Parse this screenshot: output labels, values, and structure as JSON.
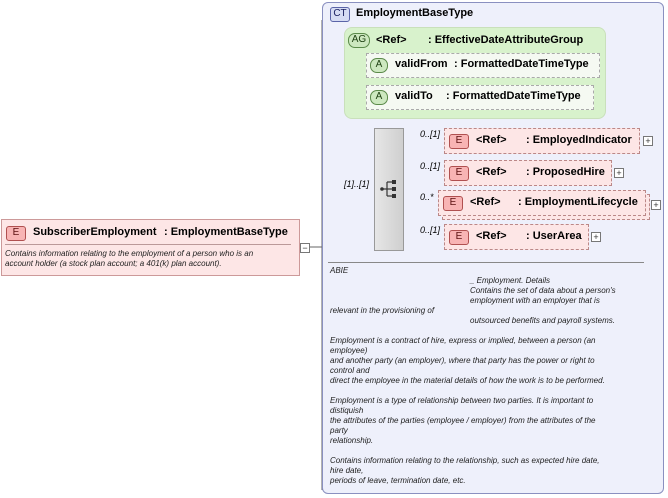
{
  "complex_type": {
    "tag": "CT",
    "name": "EmploymentBaseType"
  },
  "attribute_group": {
    "tag": "AG",
    "ref_label": "<Ref>",
    "name": ": EffectiveDateAttributeGroup",
    "attributes": [
      {
        "tag": "A",
        "name": "validFrom",
        "type": ": FormattedDateTimeType"
      },
      {
        "tag": "A",
        "name": "validTo",
        "type": ": FormattedDateTimeType"
      }
    ]
  },
  "sequence": {
    "occurrence": "[1]..[1]",
    "elements": [
      {
        "tag": "E",
        "occurrence": "0..[1]",
        "ref_label": "<Ref>",
        "name": ": EmployedIndicator",
        "expand": "+"
      },
      {
        "tag": "E",
        "occurrence": "0..[1]",
        "ref_label": "<Ref>",
        "name": ": ProposedHire",
        "expand": "+"
      },
      {
        "tag": "E",
        "occurrence": "0..*",
        "ref_label": "<Ref>",
        "name": ": EmploymentLifecycle",
        "expand": "+"
      },
      {
        "tag": "E",
        "occurrence": "0..[1]",
        "ref_label": "<Ref>",
        "name": ": UserArea",
        "expand": "+"
      }
    ]
  },
  "root_element": {
    "tag": "E",
    "name": "SubscriberEmployment",
    "type": ": EmploymentBaseType",
    "collapse": "−",
    "description_lines": [
      "Contains information relating to the employment of a person who is an",
      "account holder (a stock plan account; a 401(k) plan account)."
    ]
  },
  "documentation": {
    "lines": [
      "ABIE",
      "_ Employment. Details",
      "Contains the set of data about a person's",
      "employment with an employer that is",
      "relevant in the provisioning of",
      "outsourced benefits and payroll systems.",
      "Employment is a contract of hire, express or implied, between a person (an",
      "employee)",
      "and another party (an employer), where that party has the power or right to",
      "control and",
      "direct the employee in the material details of how the work is to be performed.",
      "Employment is a type of relationship between two parties. It is important to",
      "distiquish",
      "the attributes of the parties (employee / employer) from the attributes of the",
      "party",
      "relationship.",
      "Contains information relating to the relationship, such as expected hire date,",
      "hire date,",
      "periods of leave, termination date, etc."
    ]
  }
}
